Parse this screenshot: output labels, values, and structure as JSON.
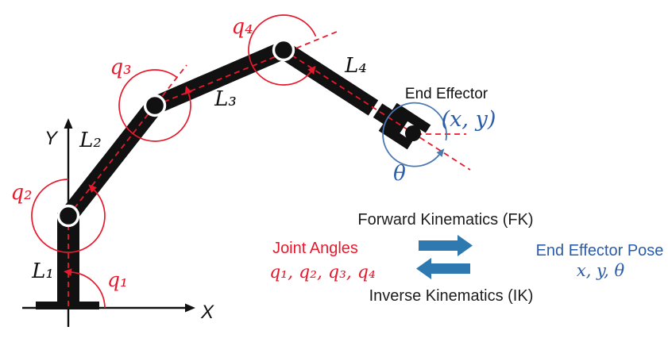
{
  "arm": {
    "axes": {
      "x_label": "X",
      "y_label": "Y"
    },
    "link_labels": [
      "L₁",
      "L₂",
      "L₃",
      "L₄"
    ],
    "joint_labels": [
      "q₁",
      "q₂",
      "q₃",
      "q₄"
    ],
    "end_effector": {
      "title": "End Effector",
      "position_label": "(x, y)",
      "orientation_label": "θ"
    }
  },
  "legend": {
    "forward_label": "Forward Kinematics (FK)",
    "inverse_label": "Inverse Kinematics (IK)",
    "input_title": "Joint Angles",
    "input_values": "q₁, q₂, q₃, q₄",
    "output_title": "End Effector Pose",
    "output_values": "x, y, θ"
  },
  "colors": {
    "ink_black": "#111111",
    "joint_red": "#e8192c",
    "text_blue": "#2b5ca8",
    "arrow_blue": "#2e79b0",
    "arc_blue": "#4b7ab2"
  }
}
